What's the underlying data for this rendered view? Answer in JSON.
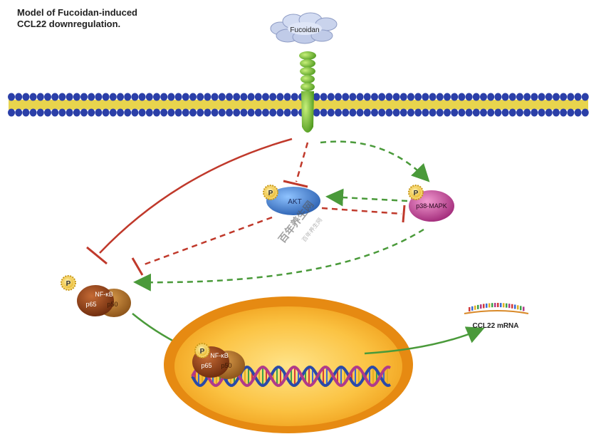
{
  "title": {
    "line1": "Model of  Fucoidan-induced",
    "line2": "CCL22 downregulation."
  },
  "nodes": {
    "ligand": "Fucoidan",
    "akt": "AKT",
    "p38": "p38-MAPK",
    "phospho": "P",
    "nfkb_top": "NF-κB",
    "nfkb_sub_left": "p65",
    "nfkb_sub_right": "p50",
    "mrna": "CCL22 mRNA"
  },
  "watermark": {
    "main": "百年养生网",
    "small": "百年养生网"
  },
  "colors": {
    "inhibit": "#c0392b",
    "activate": "#4a9a3a",
    "membrane_head": "#2b3fa8",
    "membrane_tail": "#e8d44d",
    "receptor": "#7cc43a",
    "akt": "#3d7fd0",
    "p38": "#c6449a",
    "nfkb": "#8a3a14",
    "nucleus": "#f4a31c"
  }
}
